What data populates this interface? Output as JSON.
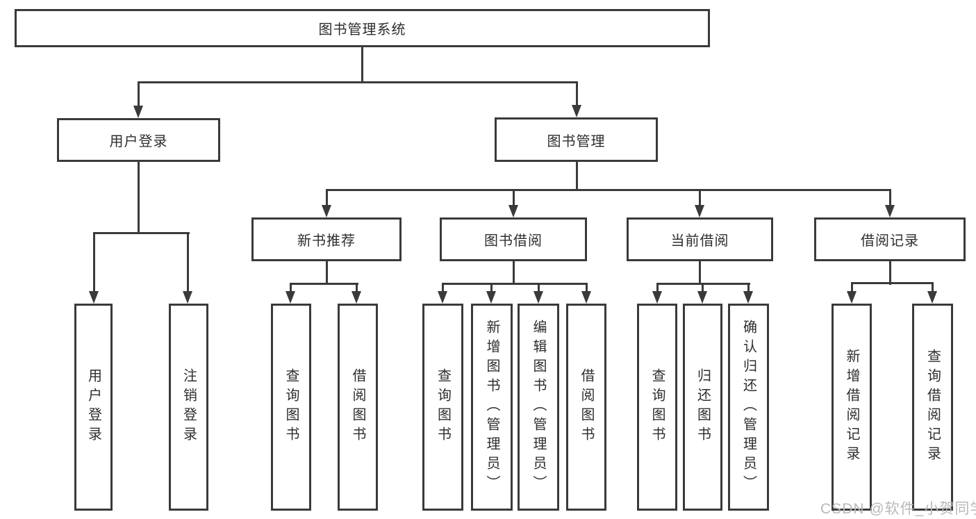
{
  "colors": {
    "line": "#3a3a3a",
    "box_border": "#3a3a3a",
    "box_background": "#ffffff",
    "text": "#2e2e2e",
    "watermark": "#b9b9b9"
  },
  "diagram": {
    "root": {
      "label": "图书管理系统"
    },
    "branches": [
      {
        "label": "用户登录",
        "children": [
          {
            "label": "用户登录"
          },
          {
            "label": "注销登录"
          }
        ]
      },
      {
        "label": "图书管理",
        "children": [
          {
            "label": "新书推荐",
            "children": [
              {
                "label": "查询图书"
              },
              {
                "label": "借阅图书"
              }
            ]
          },
          {
            "label": "图书借阅",
            "children": [
              {
                "label": "查询图书"
              },
              {
                "label": "新增图书（管理员）"
              },
              {
                "label": "编辑图书（管理员）"
              },
              {
                "label": "借阅图书"
              }
            ]
          },
          {
            "label": "当前借阅",
            "children": [
              {
                "label": "查询图书"
              },
              {
                "label": "归还图书"
              },
              {
                "label": "确认归还（管理员）"
              }
            ]
          },
          {
            "label": "借阅记录",
            "children": [
              {
                "label": "新增借阅记录"
              },
              {
                "label": "查询借阅记录"
              }
            ]
          }
        ]
      }
    ]
  },
  "watermark": {
    "text": "CSDN @软件_小贺同学"
  }
}
